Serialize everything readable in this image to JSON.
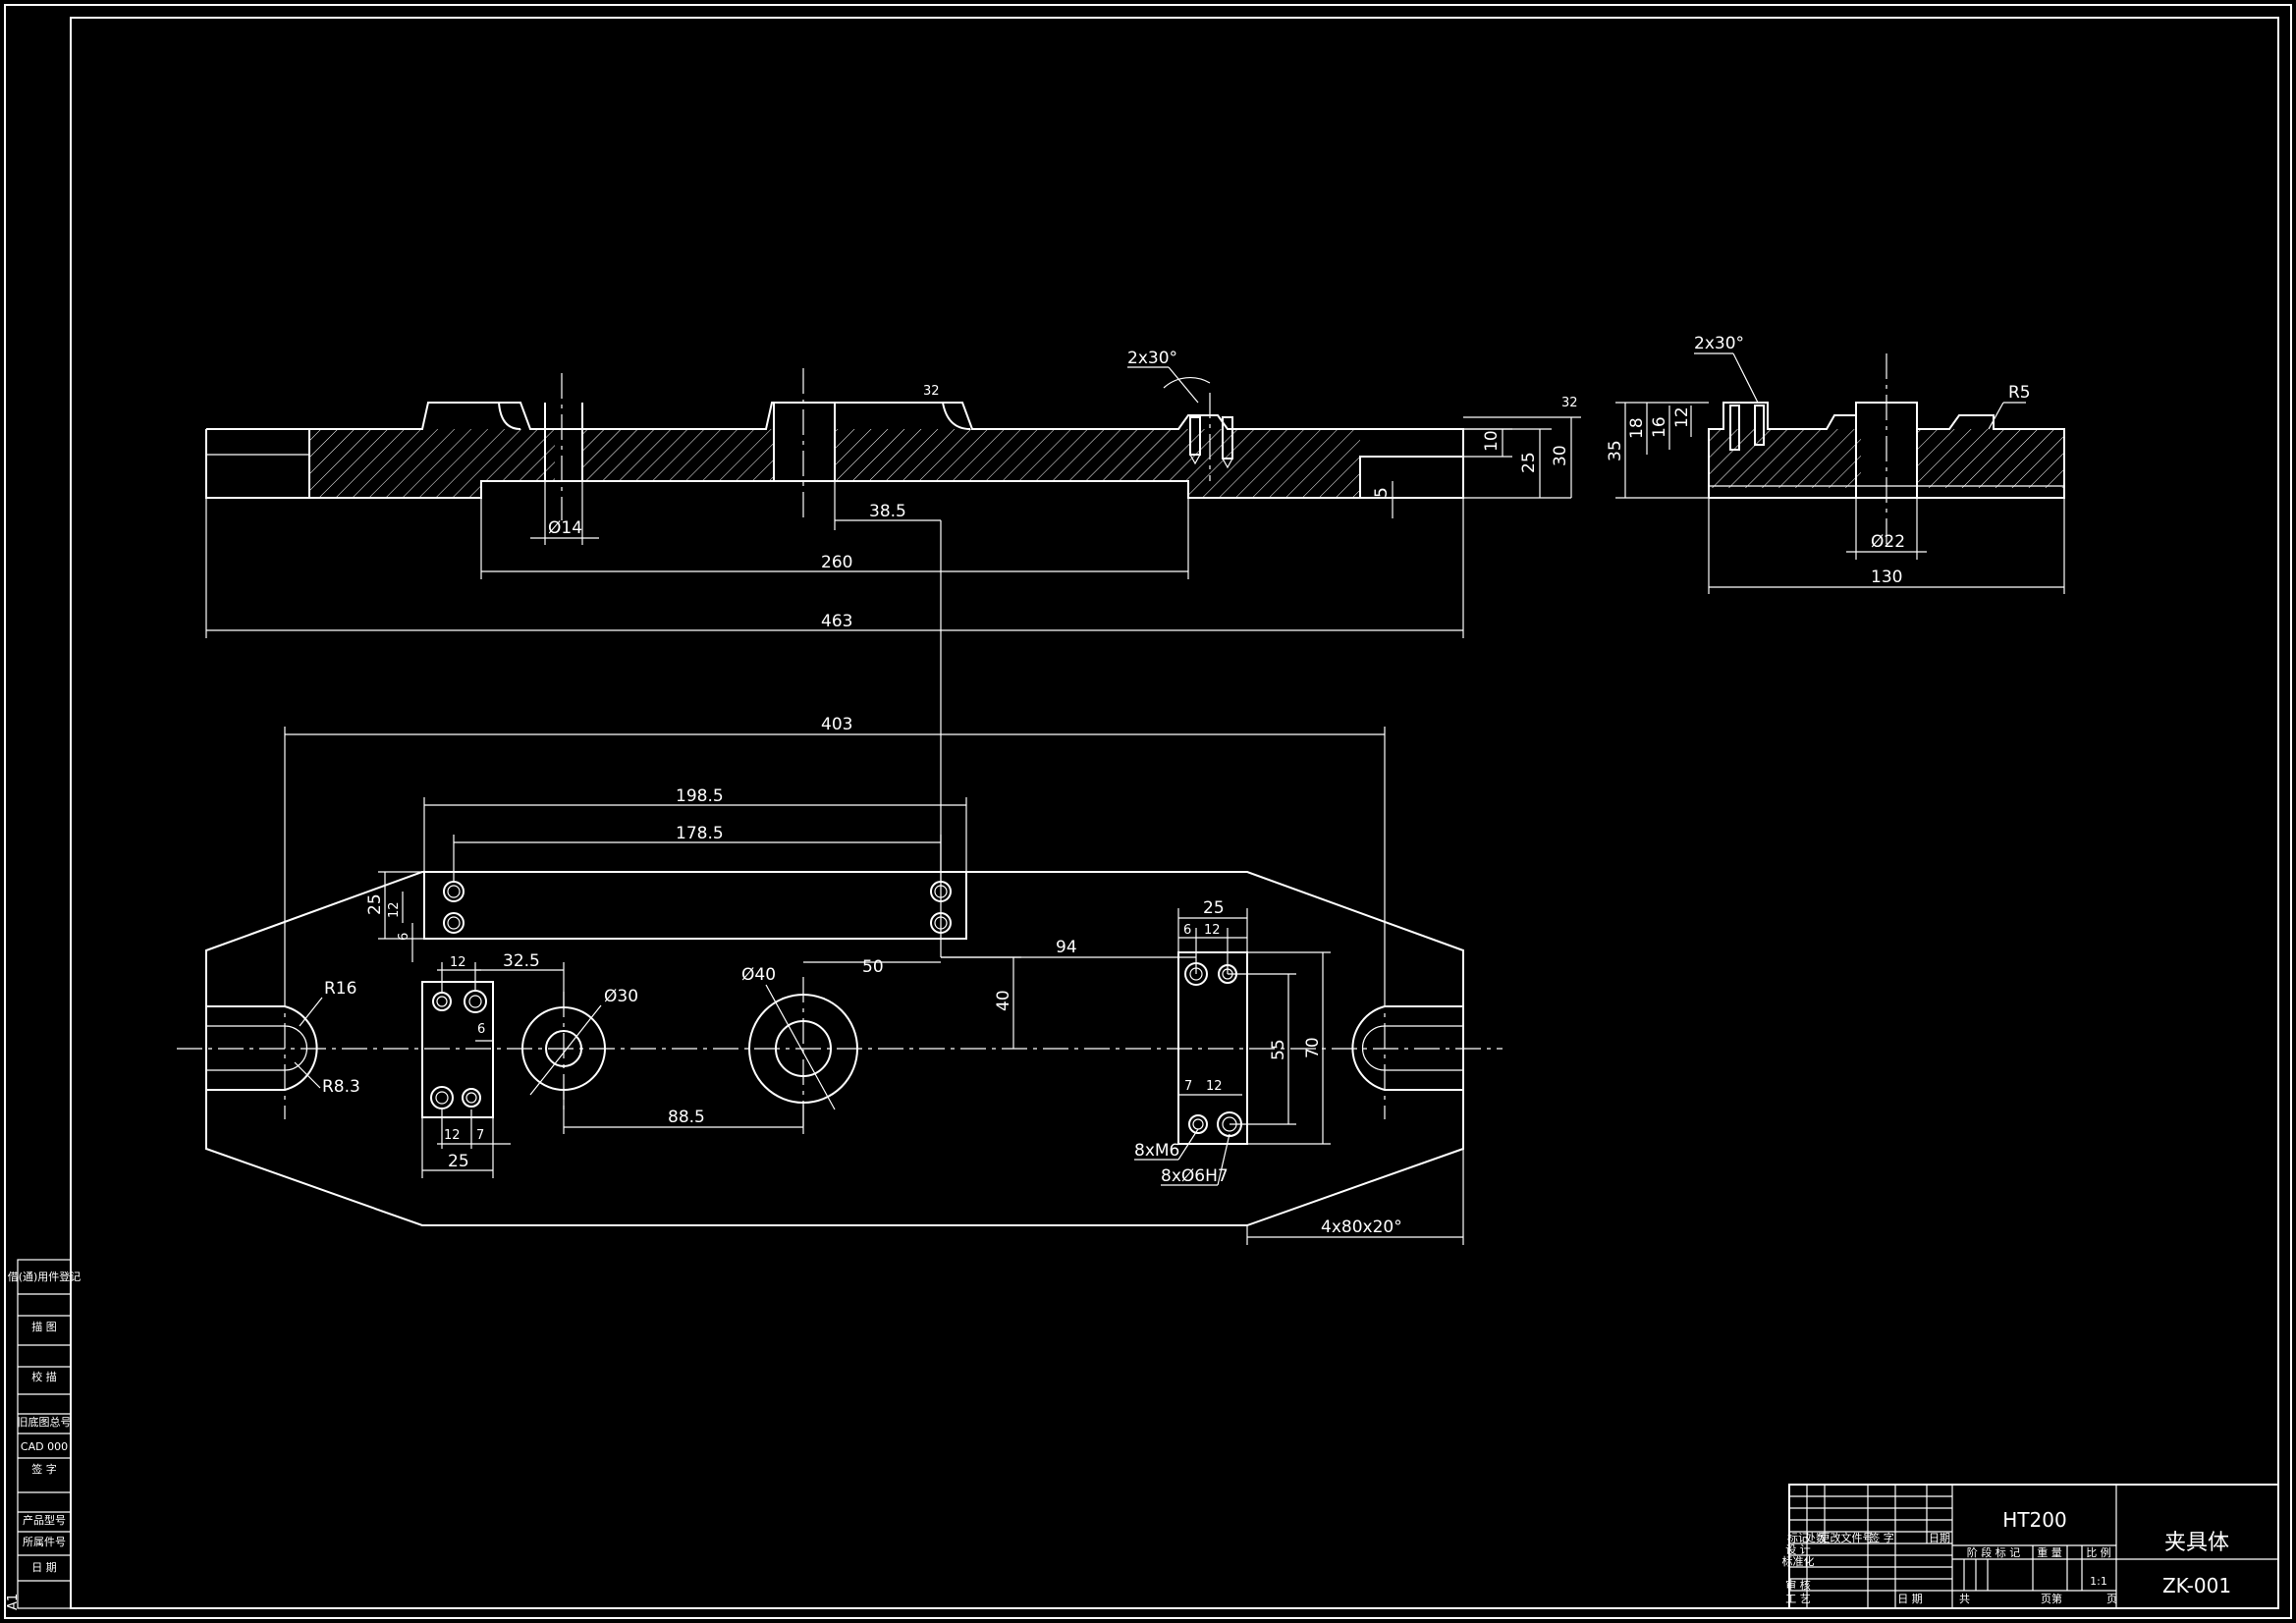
{
  "front_view": {
    "dims": {
      "d_14": "Ø14",
      "d_38_5": "38.5",
      "d_260": "260",
      "d_463": "463",
      "d_10": "10",
      "d_25": "25",
      "d_30": "30",
      "d_5": "5",
      "chamfer": "2x30°"
    },
    "roughness": "32"
  },
  "side_view": {
    "dims": {
      "chamfer": "2x30°",
      "r5": "R5",
      "d_35": "35",
      "d_18": "18",
      "d_16": "16",
      "d_12": "12",
      "d_22": "Ø22",
      "d_130": "130"
    }
  },
  "top_view": {
    "dims": {
      "d_403": "403",
      "d_198_5": "198.5",
      "d_178_5": "178.5",
      "d_25a": "25",
      "d_12a": "12",
      "d_6a": "6",
      "d_12b": "12",
      "d_32_5": "32.5",
      "d_6b": "6",
      "d_12c": "12",
      "d_7a": "7",
      "d_25b": "25",
      "r16": "R16",
      "r8_3": "R8.3",
      "d_30": "Ø30",
      "d_40": "Ø40",
      "d_50": "50",
      "d_88_5": "88.5",
      "d_40v": "40",
      "d_94": "94",
      "d_25c": "25",
      "d_6c": "6",
      "d_12d": "12",
      "d_7b": "7",
      "d_12e": "12",
      "d_55": "55",
      "d_70": "70",
      "thread": "8xM6",
      "pins": "8xØ6H7",
      "chamfer": "4x80x20°"
    }
  },
  "left_strip": {
    "row1": "借(通)用件登记",
    "row2": "描  图",
    "row3": "校  描",
    "row4": "旧底图总号",
    "row5": "CAD 000",
    "row6": "签  字",
    "row7": "产品型号",
    "row8": "所属件号",
    "row9": "日  期",
    "sheet_size": "A1"
  },
  "title_block": {
    "material": "HT200",
    "name": "夹具体",
    "drawing_no": "ZK-001",
    "scale": "1:1",
    "scale_header": "比 例",
    "stage_header": "阶 段 标 记",
    "weight_header": "重 量",
    "rev_headers": [
      "标记",
      "处数",
      "更改文件号",
      "签 字",
      "日期"
    ],
    "role1": "设 计",
    "role2": "标准化",
    "role3": "审 核",
    "role4": "工 艺",
    "date_label": "日 期",
    "sheet_a": "共",
    "sheet_b": "页第",
    "sheet_c": "页"
  }
}
